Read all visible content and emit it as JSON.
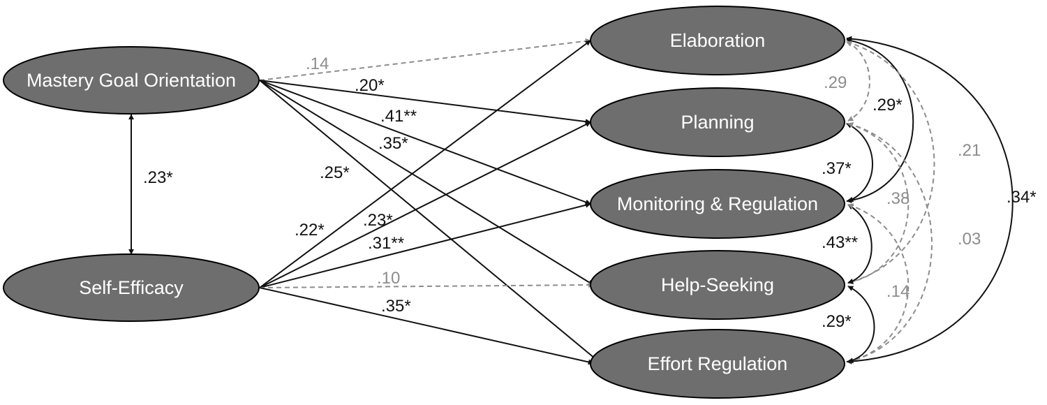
{
  "nodes": {
    "mastery": "Mastery Goal Orientation",
    "selfefficacy": "Self-Efficacy",
    "elaboration": "Elaboration",
    "planning": "Planning",
    "monitoring": "Monitoring & Regulation",
    "helpseeking": "Help-Seeking",
    "effort": "Effort Regulation"
  },
  "paths": [
    {
      "from": "mastery",
      "to": "elaboration",
      "coefficient": ".14",
      "significant": false
    },
    {
      "from": "mastery",
      "to": "planning",
      "coefficient": ".20*",
      "significant": true
    },
    {
      "from": "mastery",
      "to": "monitoring",
      "coefficient": ".41**",
      "significant": true
    },
    {
      "from": "mastery",
      "to": "helpseeking",
      "coefficient": ".35*",
      "significant": true
    },
    {
      "from": "mastery",
      "to": "effort",
      "coefficient": ".25*",
      "significant": true
    },
    {
      "from": "selfefficacy",
      "to": "elaboration",
      "coefficient": ".22*",
      "significant": true
    },
    {
      "from": "selfefficacy",
      "to": "planning",
      "coefficient": ".23*",
      "significant": true
    },
    {
      "from": "selfefficacy",
      "to": "monitoring",
      "coefficient": ".31**",
      "significant": true
    },
    {
      "from": "selfefficacy",
      "to": "helpseeking",
      "coefficient": ".10",
      "significant": false
    },
    {
      "from": "selfefficacy",
      "to": "effort",
      "coefficient": ".35*",
      "significant": true
    }
  ],
  "covariances": [
    {
      "a": "mastery",
      "b": "selfefficacy",
      "coefficient": ".23*",
      "significant": true
    },
    {
      "a": "elaboration",
      "b": "planning",
      "coefficient": ".29",
      "significant": false
    },
    {
      "a": "elaboration",
      "b": "monitoring",
      "coefficient": ".29*",
      "significant": true
    },
    {
      "a": "elaboration",
      "b": "helpseeking",
      "coefficient": ".21",
      "significant": false
    },
    {
      "a": "elaboration",
      "b": "effort",
      "coefficient": ".34*",
      "significant": true
    },
    {
      "a": "planning",
      "b": "monitoring",
      "coefficient": ".37*",
      "significant": true
    },
    {
      "a": "planning",
      "b": "helpseeking",
      "coefficient": ".38",
      "significant": false
    },
    {
      "a": "planning",
      "b": "effort",
      "coefficient": ".03",
      "significant": false
    },
    {
      "a": "monitoring",
      "b": "helpseeking",
      "coefficient": ".43**",
      "significant": true
    },
    {
      "a": "monitoring",
      "b": "effort",
      "coefficient": ".14",
      "significant": false
    },
    {
      "a": "helpseeking",
      "b": "effort",
      "coefficient": ".29*",
      "significant": true
    }
  ],
  "colors": {
    "solid": "#111111",
    "dashed": "#8c8c8c",
    "node_fill": "#6e6e6e"
  }
}
